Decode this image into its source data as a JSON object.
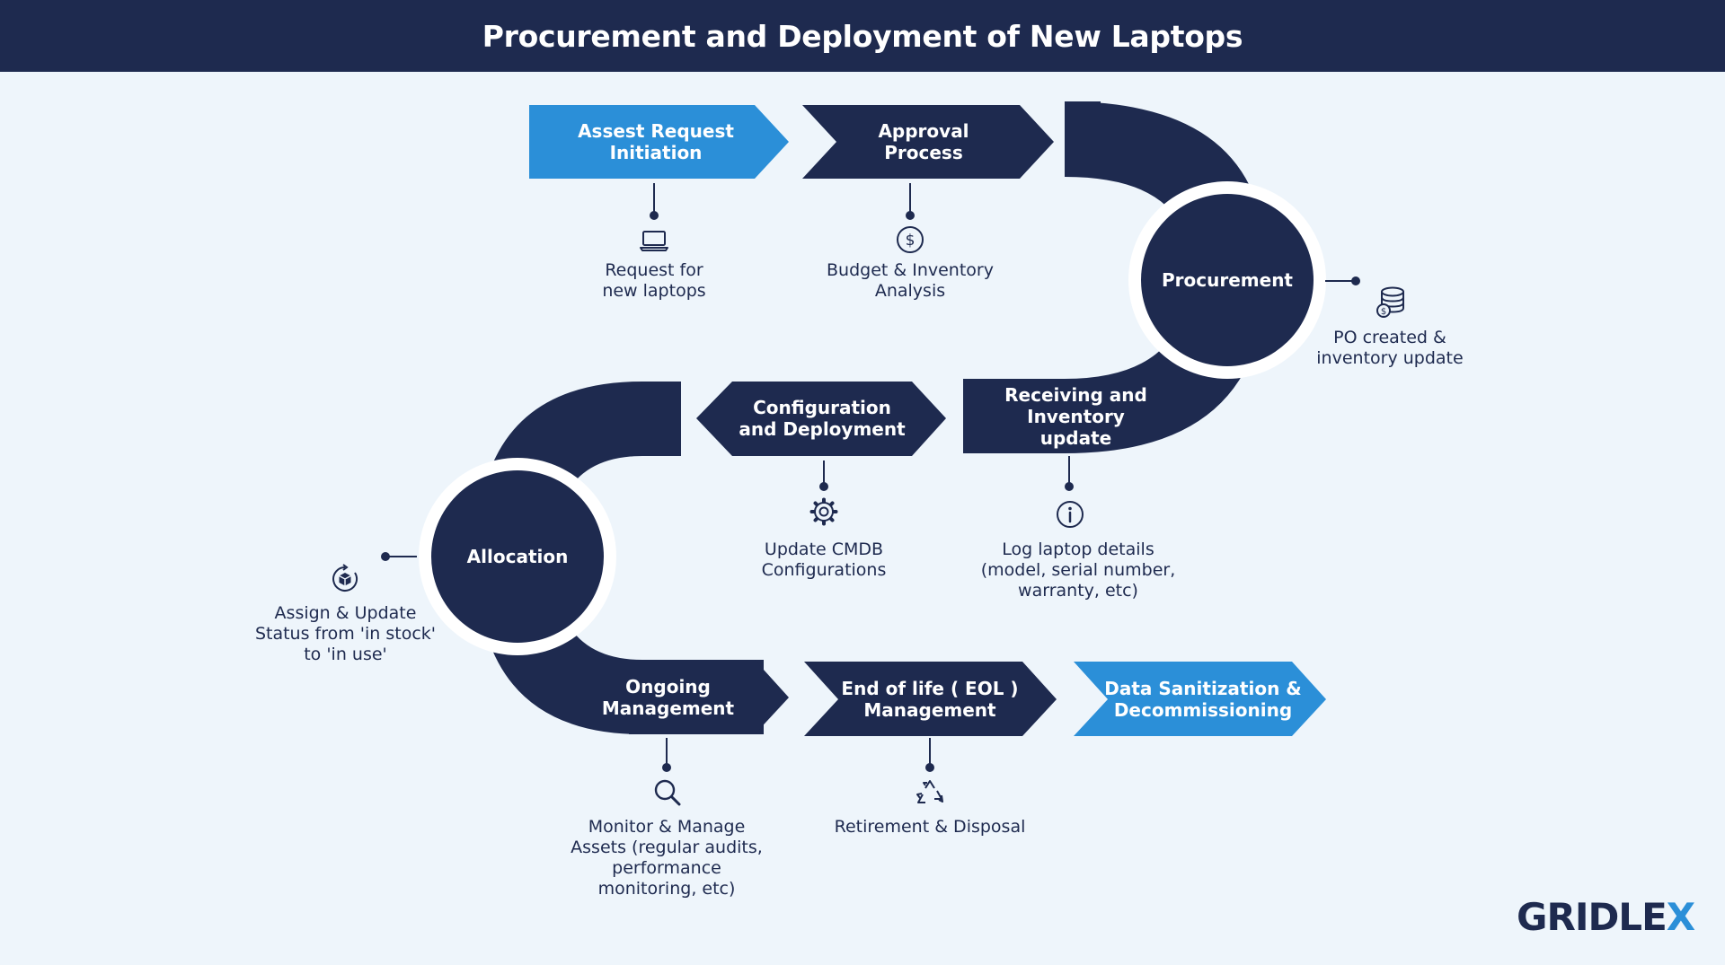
{
  "title": "Procurement and Deployment of New Laptops",
  "colors": {
    "navy": "#1e2a4f",
    "blue": "#2b8fd8",
    "background": "#eef5fb"
  },
  "steps": [
    {
      "label": "Assest Request Initiation",
      "caption": "Request for new laptops",
      "icon": "laptop-icon"
    },
    {
      "label": "Approval Process",
      "caption": "Budget & Inventory Analysis",
      "icon": "dollar-coin-icon"
    },
    {
      "label": "Procurement",
      "caption": "PO created & inventory update",
      "icon": "database-coin-icon"
    },
    {
      "label": "Receiving and Inventory update",
      "caption": "Log laptop details (model, serial number, warranty, etc)",
      "icon": "info-icon"
    },
    {
      "label": "Configuration and Deployment",
      "caption": "Update CMDB Configurations",
      "icon": "gear-icon"
    },
    {
      "label": "Allocation",
      "caption": "Assign & Update Status from 'in stock' to 'in use'",
      "icon": "box-refresh-icon"
    },
    {
      "label": "Ongoing Management",
      "caption": "Monitor & Manage Assets (regular audits, performance monitoring, etc)",
      "icon": "magnifier-icon"
    },
    {
      "label": "End of life ( EOL ) Management",
      "caption": "Retirement & Disposal",
      "icon": "recycle-icon"
    },
    {
      "label": "Data Sanitization & Decommissioning",
      "caption": "",
      "icon": ""
    }
  ],
  "logo": {
    "text": "GRIDLE",
    "accent": "X"
  }
}
